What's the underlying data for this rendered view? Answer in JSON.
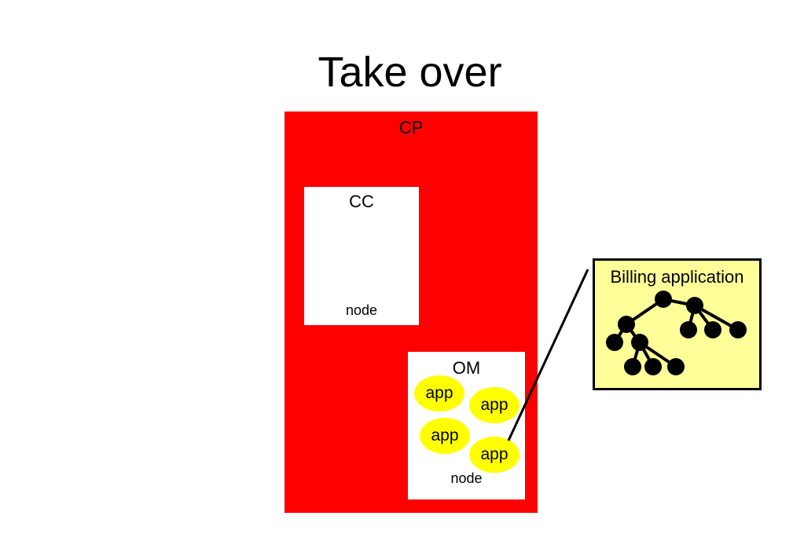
{
  "slide": {
    "title": "Take over"
  },
  "cp": {
    "label": "CP",
    "color": "#ff0000"
  },
  "cc": {
    "label": "CC",
    "node_label": "node"
  },
  "om": {
    "label": "OM",
    "node_label": "node",
    "apps": [
      "app",
      "app",
      "app",
      "app"
    ],
    "app_color": "#ffff00"
  },
  "billing": {
    "label": "Billing application",
    "background": "#ffff99"
  }
}
